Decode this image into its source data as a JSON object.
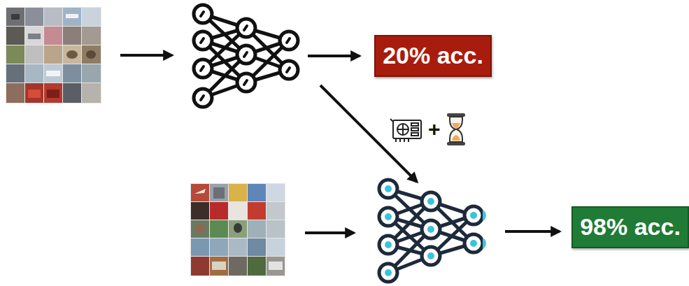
{
  "diagram": {
    "nodes": [
      {
        "text": [
          "20% acc."
        ]
      },
      {
        "text": [
          "98% acc."
        ]
      }
    ],
    "labels": [
      "+"
    ]
  }
}
